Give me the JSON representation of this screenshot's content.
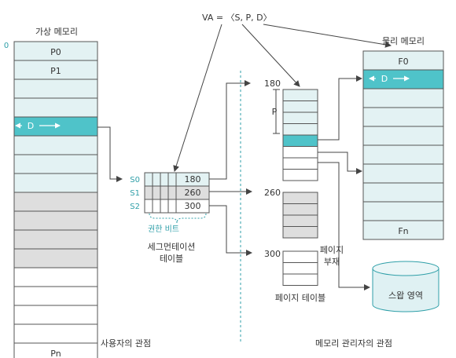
{
  "virtual_memory": {
    "title": "가상 메모리",
    "origin": "0",
    "cells": [
      "P0",
      "P1",
      "",
      "",
      "",
      "",
      "",
      "",
      "",
      "",
      "",
      "",
      "",
      "",
      "",
      "",
      "Pn"
    ],
    "offset_label": "D"
  },
  "va": {
    "text": "VA = 〈S, P, D〉"
  },
  "segment_table": {
    "rows": [
      {
        "label": "S0",
        "value": "180"
      },
      {
        "label": "S1",
        "value": "260"
      },
      {
        "label": "S2",
        "value": "300"
      }
    ],
    "permission_bits": "권한 비트",
    "caption_line1": "세그먼테이션",
    "caption_line2": "테이블"
  },
  "page_tables": {
    "base_labels": [
      "180",
      "260",
      "300"
    ],
    "p_label": "P",
    "caption": "페이지 테이블"
  },
  "physical_memory": {
    "title": "물리 메모리",
    "first_frame": "F0",
    "last_frame": "Fn",
    "offset_label": "D"
  },
  "page_fault": {
    "line1": "페이지",
    "line2": "부재"
  },
  "swap": {
    "label": "스왑 영역"
  },
  "footer": {
    "user_view": "사용자의 관점",
    "manager_view": "메모리 관리자의 관점"
  },
  "colors": {
    "light_teal": "#e3f2f3",
    "highlight_teal": "#4fc3c9",
    "gray_cell": "#dedede",
    "border": "#555555",
    "accent_text": "#2f9fa8"
  }
}
